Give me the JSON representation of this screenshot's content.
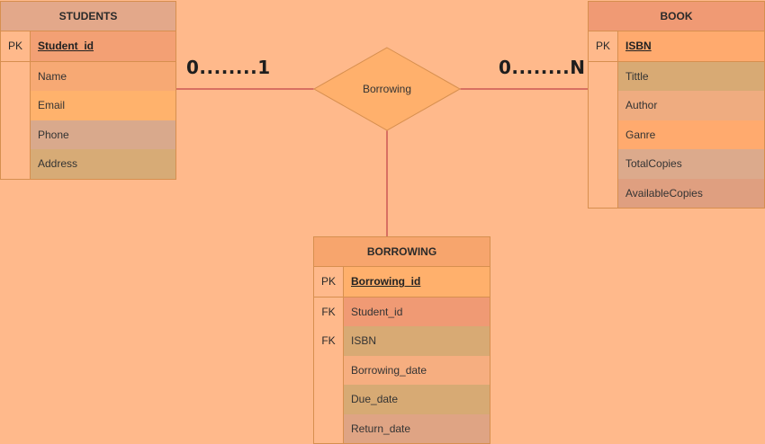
{
  "students": {
    "title": "STUDENTS",
    "rows": [
      {
        "key": "PK",
        "field": "Student_id",
        "color": "#f3a074"
      },
      {
        "key": "",
        "field": "Name",
        "color": "#f7a974"
      },
      {
        "key": "",
        "field": "Email",
        "color": "#ffb26c"
      },
      {
        "key": "",
        "field": "Phone",
        "color": "#d9a98c"
      },
      {
        "key": "",
        "field": "Address",
        "color": "#d7ab76"
      }
    ],
    "title_color": "#e3a88a"
  },
  "book": {
    "title": "BOOK",
    "rows": [
      {
        "key": "PK",
        "field": "ISBN",
        "color": "#ffaa6e"
      },
      {
        "key": "",
        "field": "Tittle",
        "color": "#d8aa74"
      },
      {
        "key": "",
        "field": "Author",
        "color": "#efac80"
      },
      {
        "key": "",
        "field": "Ganre",
        "color": "#ffaa6e"
      },
      {
        "key": "",
        "field": "TotalCopies",
        "color": "#dcaa8c"
      },
      {
        "key": "",
        "field": "AvailableCopies",
        "color": "#df9f80"
      }
    ],
    "title_color": "#f09a74"
  },
  "borrowing": {
    "title": "BORROWING",
    "rows": [
      {
        "key": "PK",
        "field": "Borrowing_id",
        "color": "#ffb06c"
      },
      {
        "key": "FK",
        "field": "Student_id",
        "color": "#f09a74"
      },
      {
        "key": "FK",
        "field": "ISBN",
        "color": "#d8aa74"
      },
      {
        "key": "",
        "field": "Borrowing_date",
        "color": "#f6ae80"
      },
      {
        "key": "",
        "field": "Due_date",
        "color": "#d7aa74"
      },
      {
        "key": "",
        "field": "Return_date",
        "color": "#dfa484"
      }
    ],
    "title_color": "#f7a56d"
  },
  "relationship": {
    "label": "Borrowing",
    "fill": "#ffb06c",
    "stroke": "#d78f4f"
  },
  "cardinality": {
    "left": "0........1",
    "right": "0........N"
  },
  "colors": {
    "background": "#ffb98b",
    "connector": "#b0263a",
    "border": "#d78f4f"
  }
}
